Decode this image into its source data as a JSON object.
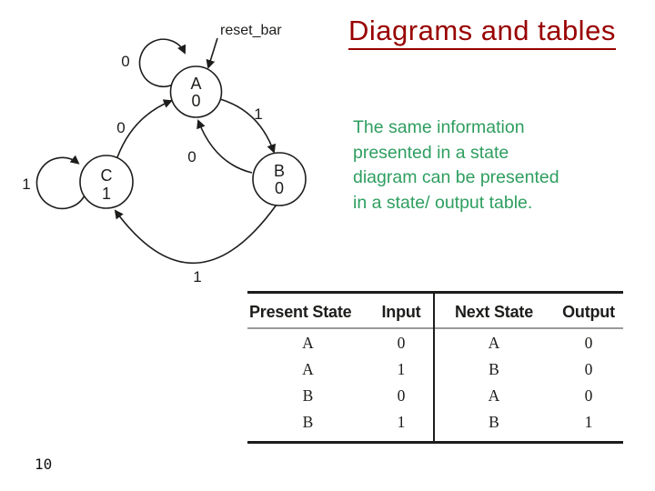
{
  "slide": {
    "title": "Diagrams and tables",
    "page_number": "10"
  },
  "colors": {
    "title": "#990000",
    "body": "#2e9e5f",
    "ink": "#1d1d1b",
    "rule": "#9a9a9a"
  },
  "body": {
    "lines": [
      "The same information",
      "presented in a state",
      "diagram can be presented",
      "in a state/ output table."
    ]
  },
  "diagram": {
    "reset_label": "reset_bar",
    "states": {
      "a": {
        "name": "A",
        "output": "0"
      },
      "b": {
        "name": "B",
        "output": "0"
      },
      "c": {
        "name": "C",
        "output": "1"
      }
    },
    "labels": {
      "a_self": "0",
      "c_to_a": "0",
      "a_to_b": "1",
      "b_to_a": "0",
      "c_self": "1",
      "b_to_c": "1"
    }
  },
  "table": {
    "headers": [
      "Present State",
      "Input",
      "Next State",
      "Output"
    ],
    "rows": [
      [
        "A",
        "0",
        "A",
        "0"
      ],
      [
        "A",
        "1",
        "B",
        "0"
      ],
      [
        "B",
        "0",
        "A",
        "0"
      ],
      [
        "B",
        "1",
        "B",
        "1"
      ]
    ]
  }
}
